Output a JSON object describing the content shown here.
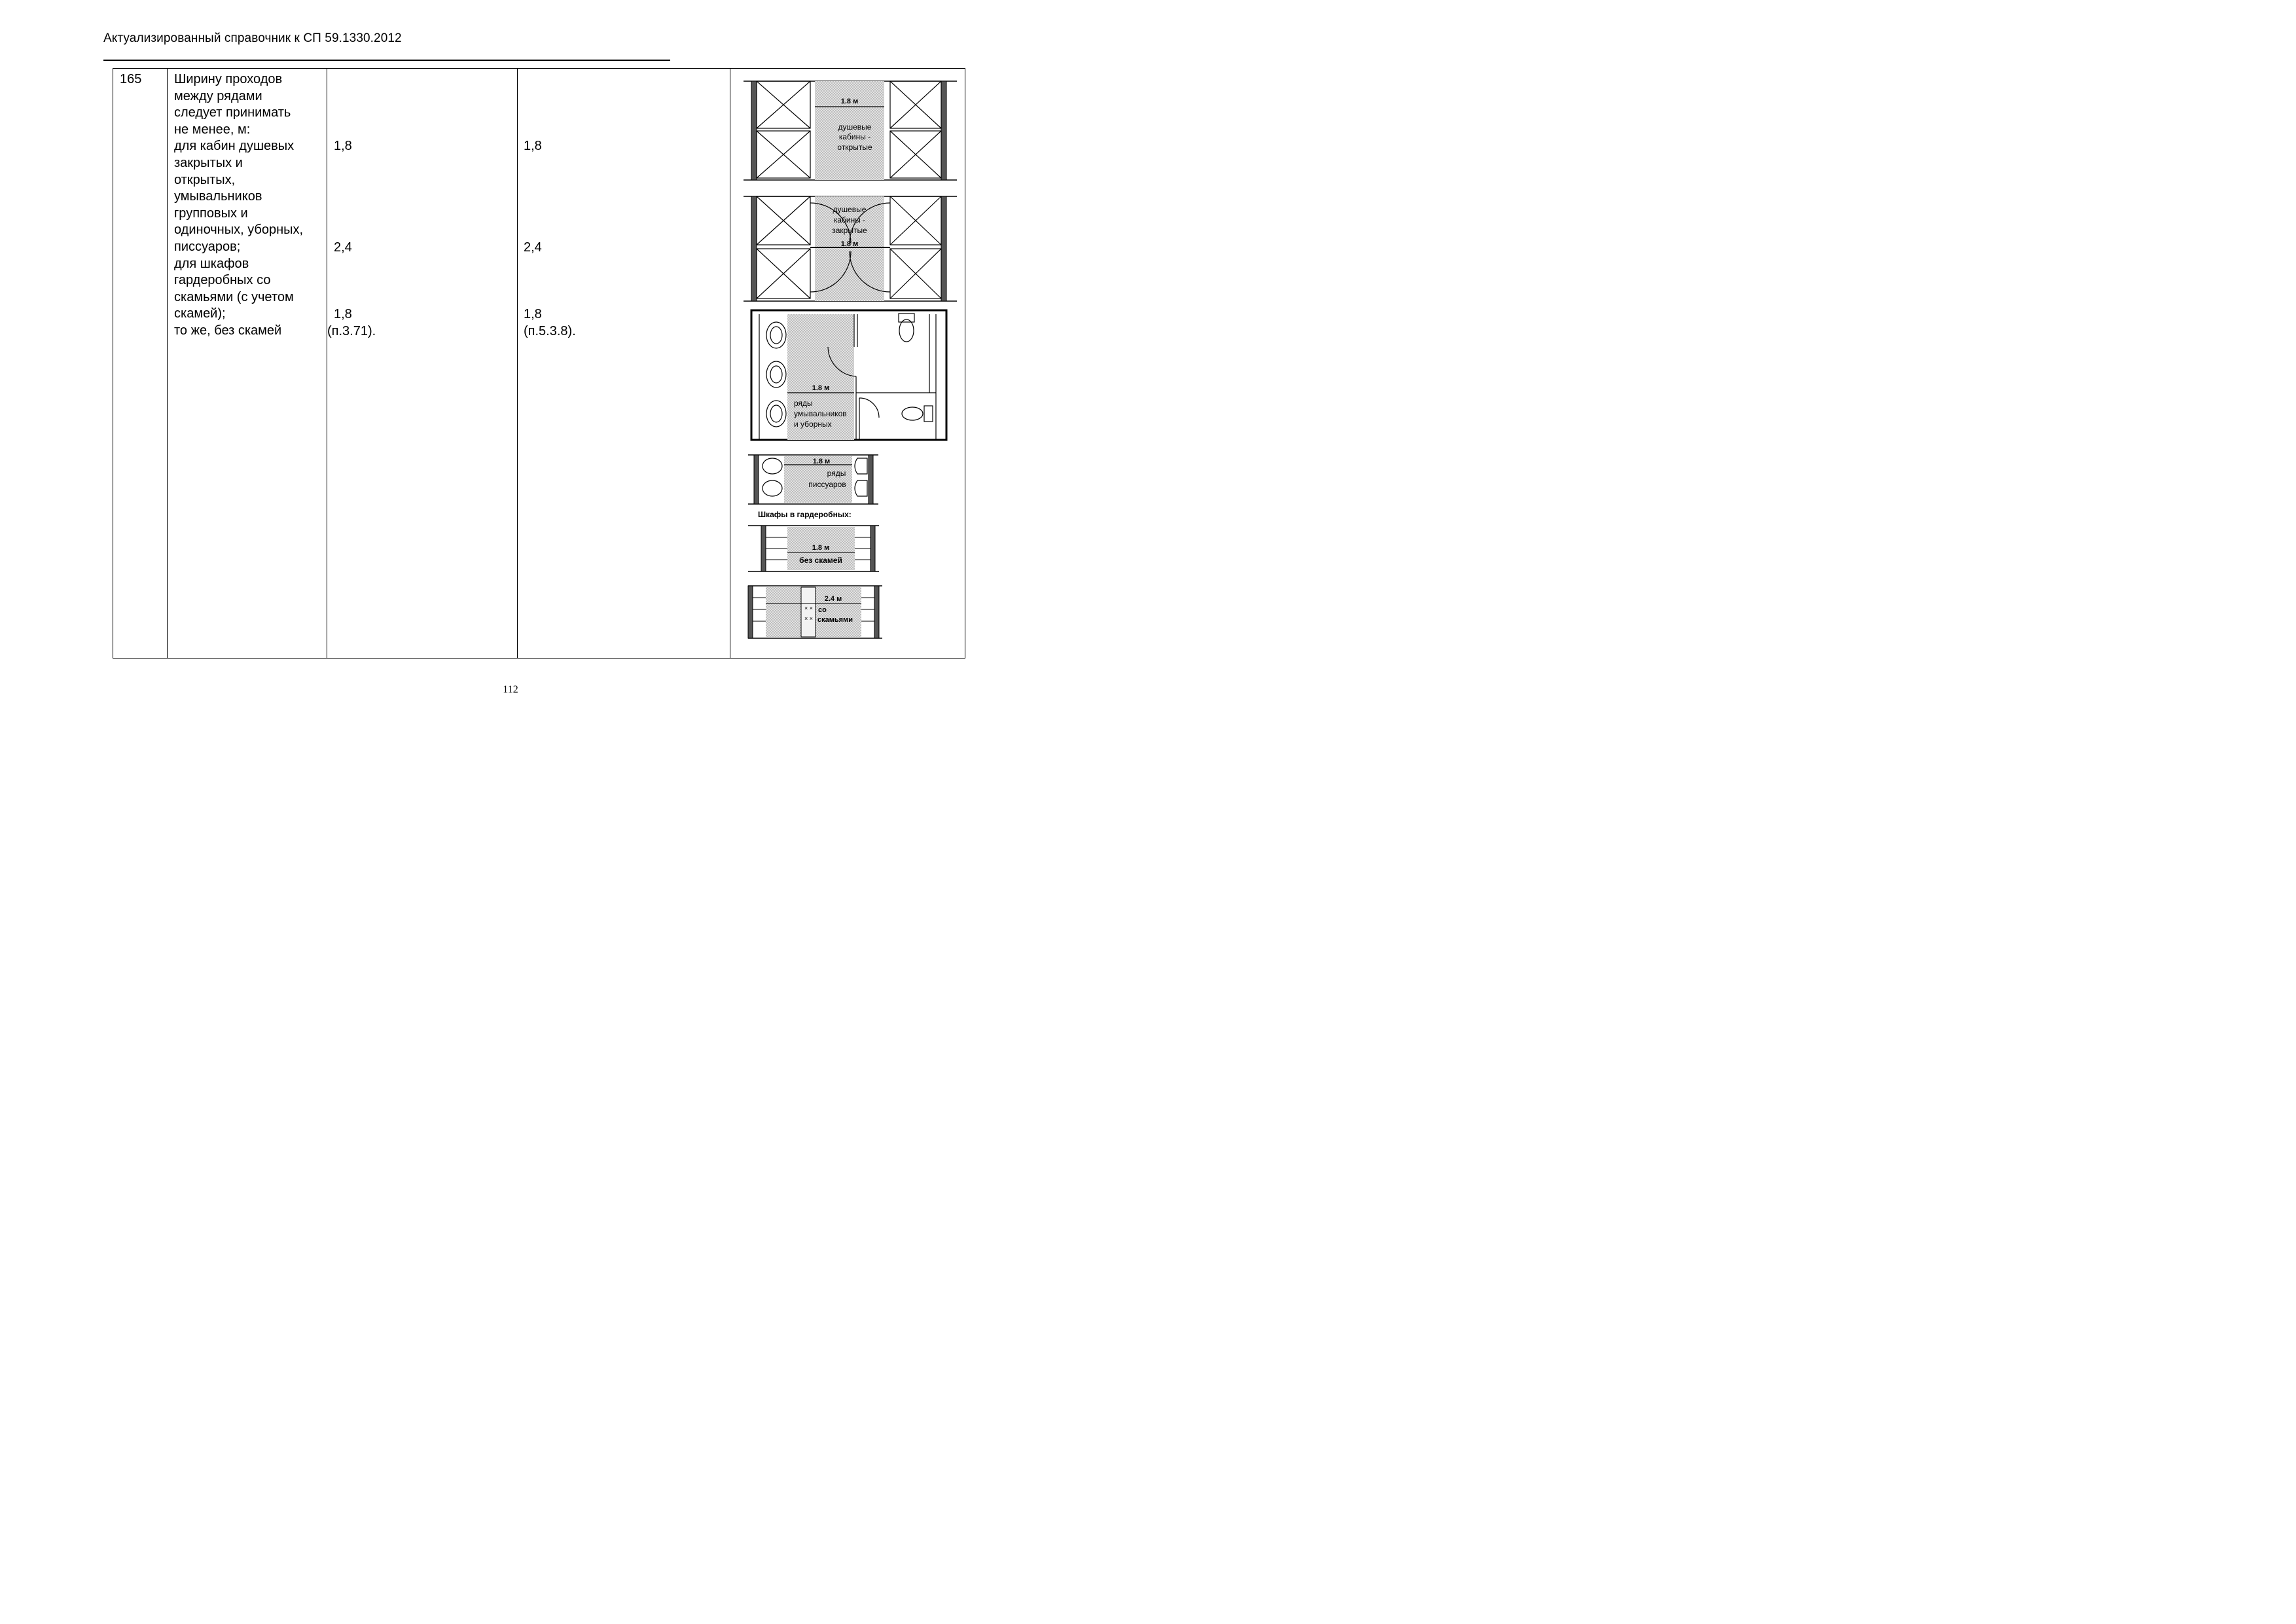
{
  "header": {
    "title": "Актуализированный справочник к СП  59.1330.2012"
  },
  "row": {
    "number": "165",
    "requirement_lines": [
      "Ширину проходов",
      "между рядами",
      "следует принимать",
      "не менее, м:",
      "для кабин душевых",
      "закрытых и",
      "открытых,",
      "умывальников",
      "групповых и",
      "одиночных, уборных,",
      "писсуаров;",
      "для шкафов",
      "гардеробных со",
      "скамьями (с учетом",
      "скамей);",
      "то же, без скамей"
    ],
    "col3": {
      "v1": "1,8",
      "v2": "2,4",
      "v3": "1,8",
      "ref": "(п.3.71)."
    },
    "col4": {
      "v1": "1,8",
      "v2": "2,4",
      "v3": "1,8",
      "ref": "(п.5.3.8)."
    }
  },
  "figure": {
    "dim_18": "1.8 м",
    "dim_24": "2.4 м",
    "open_showers": [
      "душевые",
      "кабины -",
      "открытые"
    ],
    "closed_showers": [
      "душевые",
      "кабины -",
      "закрытые"
    ],
    "washbasins": [
      "ряды",
      "умывальников",
      "и уборных"
    ],
    "urinals": [
      "ряды",
      "писсуаров"
    ],
    "lockers_title": "Шкафы в гардеробных:",
    "no_benches": "без скамей",
    "with_benches": [
      "со",
      "скамьями"
    ]
  },
  "page_number": "112"
}
